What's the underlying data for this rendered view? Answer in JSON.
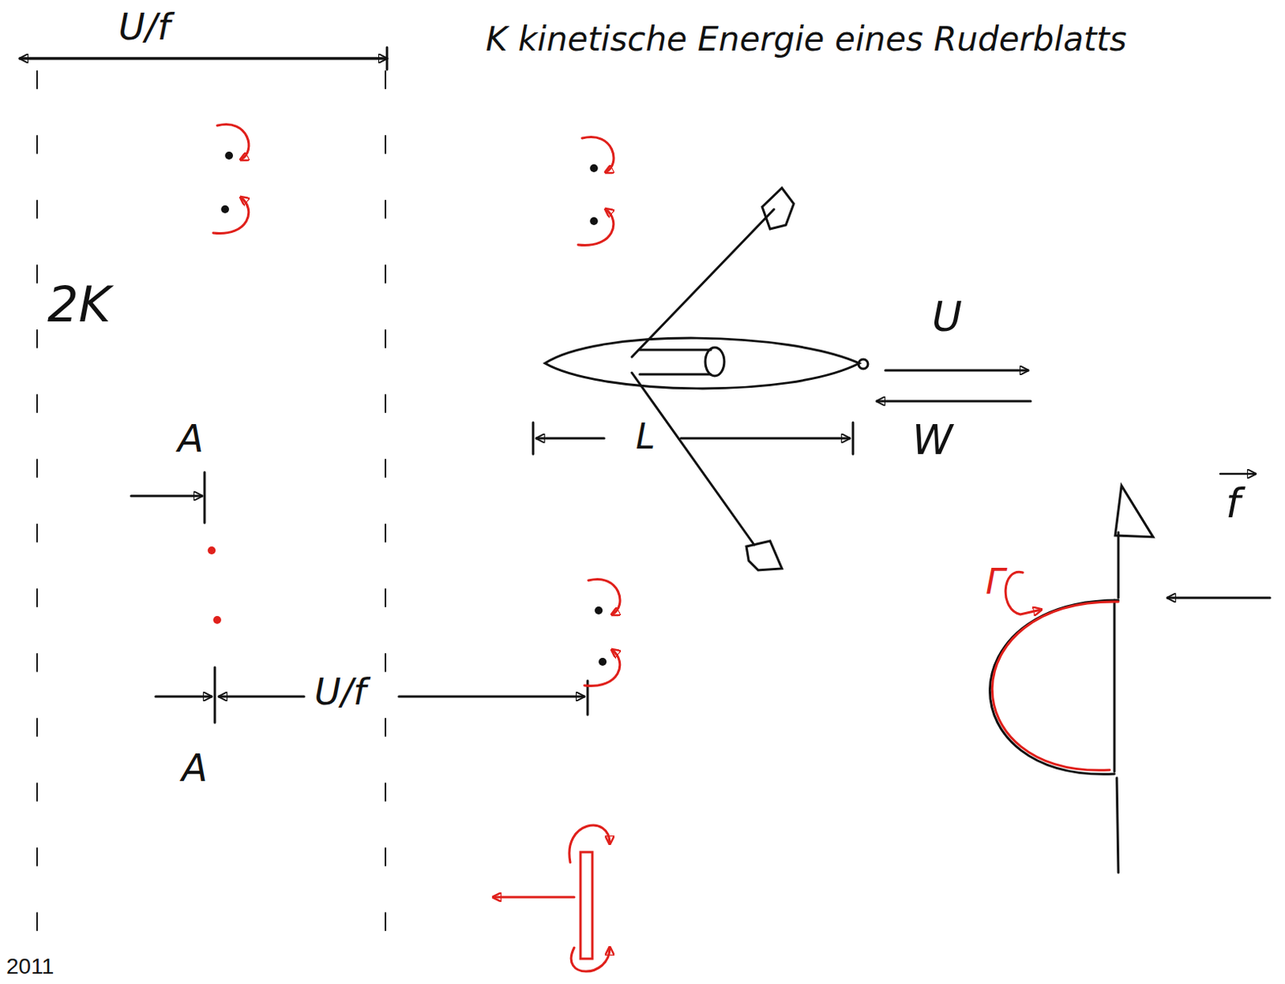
{
  "diagram": {
    "labels": [
      "U/f",
      "K kinetische Energie eines Ruderblatts",
      "2K",
      "U",
      "A",
      "L",
      "W",
      "Γ",
      "f",
      "A",
      "U/f",
      "2011"
    ]
  }
}
